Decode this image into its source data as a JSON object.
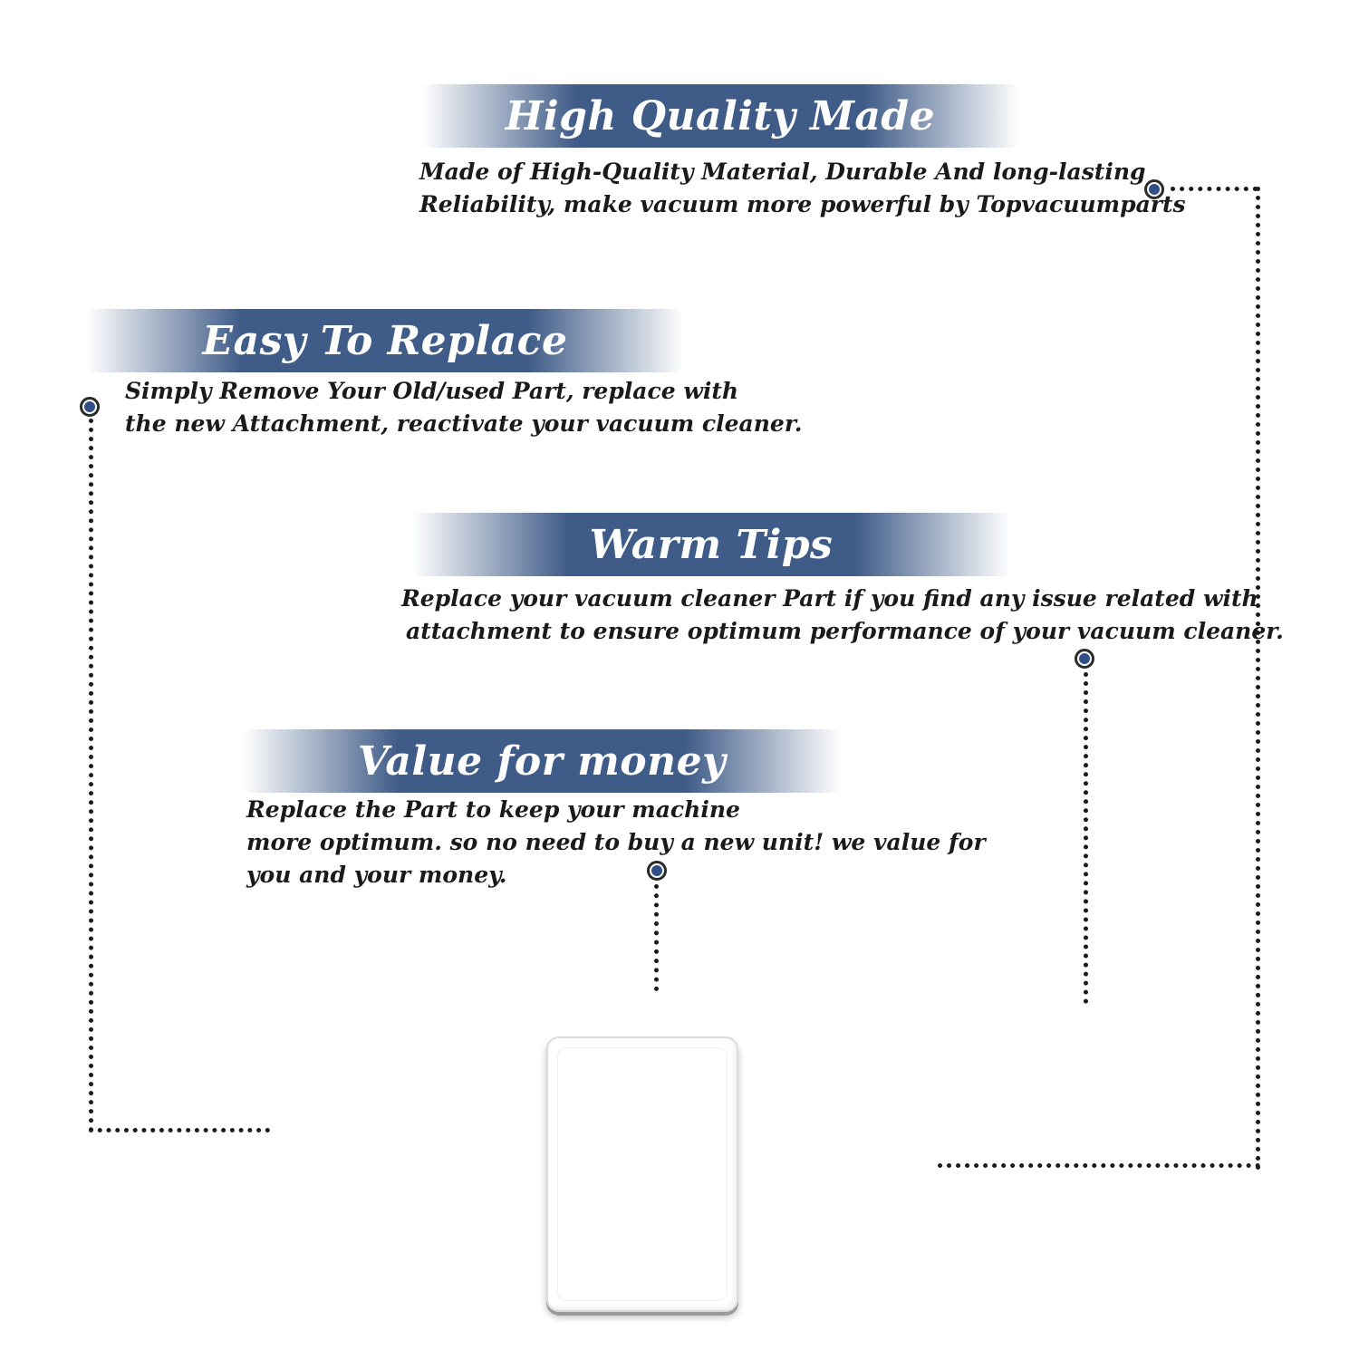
{
  "sections": [
    {
      "title": "High Quality Made",
      "lines": [
        "Made of  High-Quality Material, Durable And long-lasting",
        "Reliability, make vacuum more powerful by Topvacuumparts"
      ]
    },
    {
      "title": "Easy To Replace",
      "lines": [
        "Simply Remove Your Old/used Part, replace with",
        "the new Attachment, reactivate your vacuum cleaner."
      ]
    },
    {
      "title": "Warm Tips",
      "lines": [
        "Replace your vacuum cleaner Part if you find any issue related with",
        "attachment to ensure optimum performance of your vacuum cleaner."
      ]
    },
    {
      "title": "Value for money",
      "lines": [
        "Replace the Part to keep your machine",
        "more optimum. so no need to buy a new unit! we value for",
        "you and your money."
      ]
    }
  ],
  "colors": {
    "banner": "#3f5c88",
    "marker_dot": "#2f4f86",
    "text": "#1a1a1a"
  }
}
